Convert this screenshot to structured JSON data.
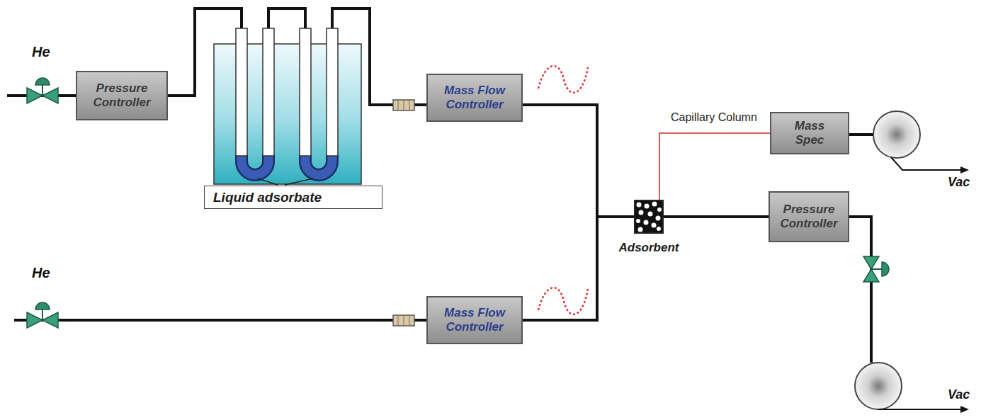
{
  "diagram": {
    "nodes": [
      {
        "text": [
          "Pressure Controller"
        ]
      },
      {
        "text": [
          "Liquid adsorbate"
        ]
      },
      {
        "text": [
          "Mass Flow Controller"
        ]
      },
      {
        "text": [
          "Mass Flow Controller"
        ]
      },
      {
        "text": [
          "Adsorbent"
        ]
      },
      {
        "text": [
          "Mass Spec"
        ]
      },
      {
        "text": [
          "Pressure Controller"
        ]
      }
    ],
    "edges": [
      {
        "from": 0,
        "to": 2,
        "arrow": "none"
      },
      {
        "from": 2,
        "to": 4,
        "arrow": "none"
      },
      {
        "from": 3,
        "to": 4,
        "arrow": "none"
      },
      {
        "from": 4,
        "to": 5,
        "label": "Capillary Column",
        "arrow": "none"
      },
      {
        "from": 4,
        "to": 6,
        "arrow": "none"
      }
    ],
    "labels": [
      "He",
      "He",
      "Vac",
      "Vac"
    ]
  }
}
